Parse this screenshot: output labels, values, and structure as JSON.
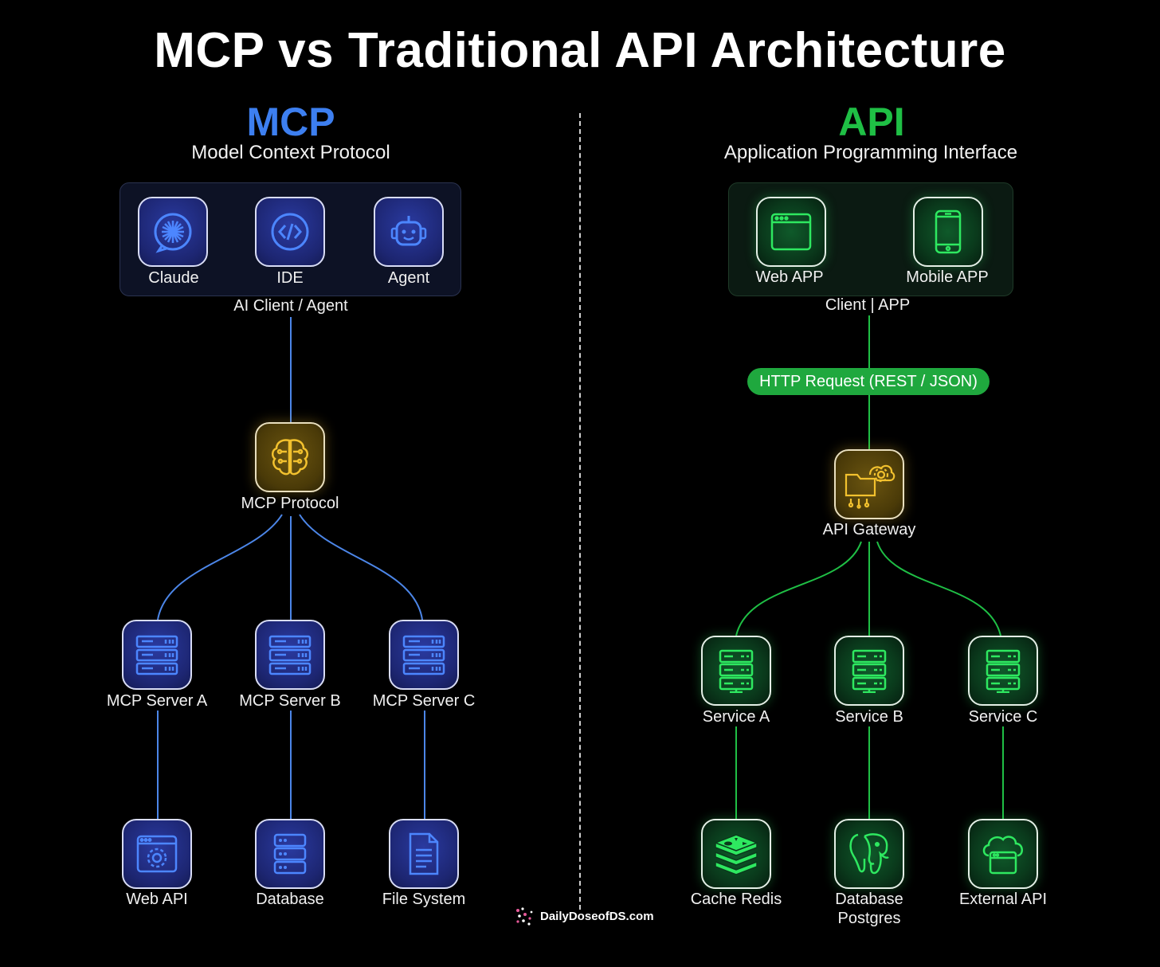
{
  "title": "MCP vs Traditional API Architecture",
  "colors": {
    "mcp_accent": "#3d7ff0",
    "api_accent": "#1fbf45",
    "protocol_gold": "#e7b92a",
    "background": "#000000"
  },
  "mcp": {
    "heading": "MCP",
    "subheading": "Model Context Protocol",
    "client_group_label": "AI Client / Agent",
    "clients": [
      {
        "label": "Claude",
        "icon": "claude-starburst-icon"
      },
      {
        "label": "IDE",
        "icon": "code-icon"
      },
      {
        "label": "Agent",
        "icon": "robot-icon"
      }
    ],
    "protocol": {
      "label": "MCP Protocol",
      "icon": "brain-circuit-icon"
    },
    "servers": [
      {
        "label": "MCP Server A",
        "icon": "server-icon"
      },
      {
        "label": "MCP Server B",
        "icon": "server-icon"
      },
      {
        "label": "MCP Server C",
        "icon": "server-icon"
      }
    ],
    "resources": [
      {
        "label": "Web API",
        "icon": "browser-gear-icon"
      },
      {
        "label": "Database",
        "icon": "database-icon"
      },
      {
        "label": "File System",
        "icon": "document-icon"
      }
    ]
  },
  "api": {
    "heading": "API",
    "subheading": "Application Programming Interface",
    "client_group_label": "Client | APP",
    "clients": [
      {
        "label": "Web APP",
        "icon": "browser-window-icon"
      },
      {
        "label": "Mobile APP",
        "icon": "mobile-phone-icon"
      }
    ],
    "request_label": "HTTP Request (REST / JSON)",
    "gateway": {
      "label": "API Gateway",
      "icon": "folder-cloud-gear-icon"
    },
    "services": [
      {
        "label": "Service A",
        "icon": "server-icon"
      },
      {
        "label": "Service B",
        "icon": "server-icon"
      },
      {
        "label": "Service C",
        "icon": "server-icon"
      }
    ],
    "backends": [
      {
        "label": "Cache Redis",
        "icon": "redis-icon"
      },
      {
        "label": "Database Postgres",
        "line1": "Database",
        "line2": "Postgres",
        "icon": "postgres-elephant-icon"
      },
      {
        "label": "External API",
        "icon": "cloud-window-icon"
      }
    ]
  },
  "brand": "DailyDoseofDS.com"
}
